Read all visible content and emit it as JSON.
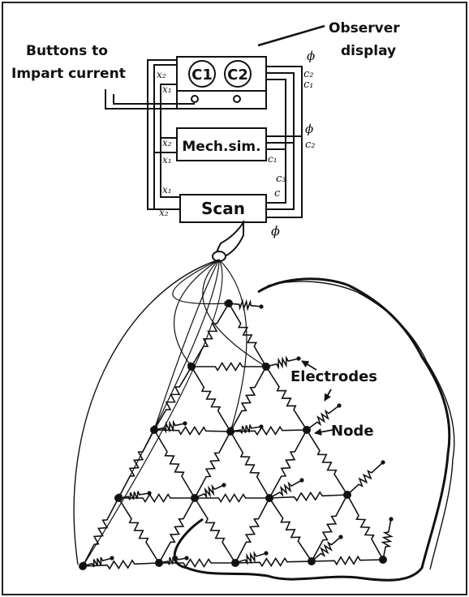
{
  "labels": {
    "buttons_line1": "Buttons to",
    "buttons_line2": "Impart current",
    "observer_line1": "Observer",
    "observer_line2": "display",
    "mech_sim": "Mech.sim.",
    "scan": "Scan",
    "electrodes": "Electrodes",
    "node": "Node"
  },
  "observer": {
    "dial1": "C1",
    "dial2": "C2"
  },
  "signals": {
    "phi": "ϕ",
    "c1": "c₁",
    "c2": "c₂",
    "c3": "c₃",
    "c": "c",
    "x1": "x₁",
    "x2": "x₂"
  }
}
